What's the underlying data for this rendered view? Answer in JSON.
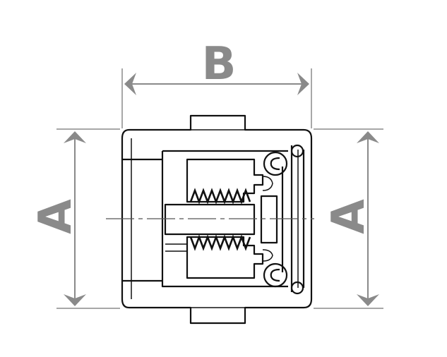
{
  "labels": {
    "dimension_b": "B",
    "dimension_a_left": "A",
    "dimension_a_right": "A"
  },
  "colors": {
    "dimension": "#8a8a8a",
    "outline": "#111111",
    "background": "#ffffff"
  }
}
